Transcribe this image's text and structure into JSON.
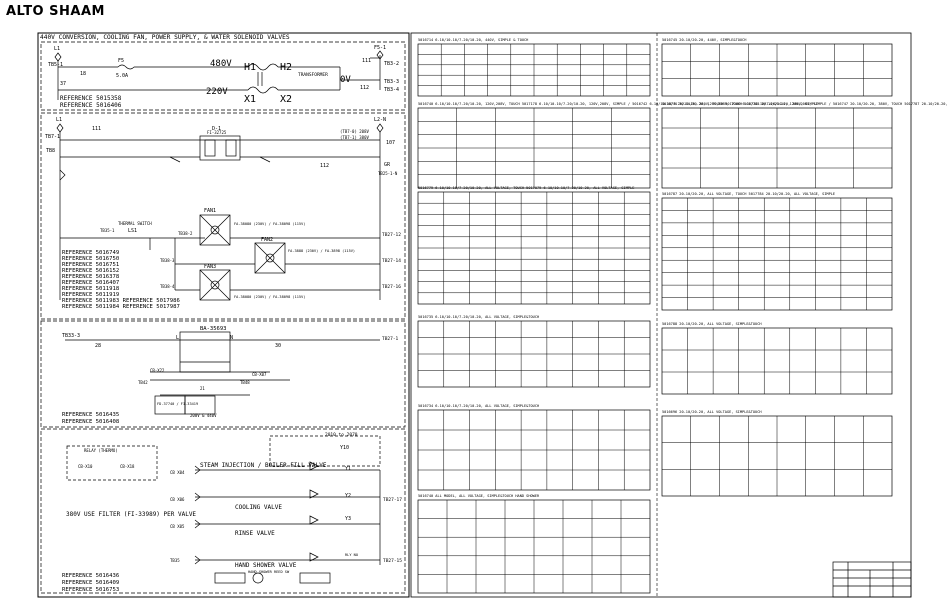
{
  "logo": "ALTO SHAAM",
  "left": {
    "sections": [
      {
        "title": "440V CONVERSION, COOLING FAN, POWER SUPPLY, & WATER SOLENOID VALVES",
        "labels": {
          "l1": "L1",
          "tb5_1": "TB5-1",
          "w18": "18",
          "f5": "F5",
          "f5_rating": "5.0A",
          "v480": "480V",
          "v220": "220V",
          "h1": "H1",
          "h2": "H2",
          "x1": "X1",
          "x2": "X2",
          "transformer": "TRANSFORMER",
          "v0": "0V",
          "f5_1": "F5-1",
          "tb3_2": "TB3-2",
          "tb3_3": "TB3-3",
          "tb3_4": "TB3-4",
          "w111": "111",
          "w112": "112",
          "w37": "37"
        },
        "refs": [
          "REFERENCE 5015358",
          "REFERENCE 5016406"
        ]
      },
      {
        "labels": {
          "l1": "L1",
          "tb7_1": "TB7-1",
          "w111": "111",
          "w112": "112",
          "dash1": "D-1",
          "fi": "FI-32725",
          "l2n": "L2-N",
          "n107": "107",
          "tb25_1n": "TB25-1-N",
          "gr": "GR",
          "tb8": "TB8",
          "v208": "(TB7-0) 208V",
          "v380": "(TB7-1) 380V",
          "thermal": "THERMAL SWITCH",
          "ls1": "LS1",
          "fan1": "FAN1",
          "fan2": "FAN2",
          "fan3": "FAN3",
          "tb27_12": "TB27-12",
          "tb27_14": "TB27-14",
          "tb27_16": "TB27-16",
          "tb35": "TB35-1",
          "tb38_2": "TB38-2",
          "tb38_3": "TB38-3",
          "tb38_4": "TB38-4",
          "fan1_spec": "FA-38080 (230V) / FA-38098 (115V)",
          "fan2_spec": "FA-3888 (230V) / FA-3898 (115V)",
          "fan3_spec": "FA-38080 (230V) / FA-38098 (115V)"
        },
        "refs": [
          "REFERENCE 5016749",
          "REFERENCE 5016750",
          "REFERENCE 5016751",
          "REFERENCE 5016152",
          "REFERENCE 5016378",
          "REFERENCE 5016407",
          "REFERENCE 5011918",
          "REFERENCE 5011919",
          "REFERENCE 5011983 REFERENCE 5017986",
          "REFERENCE 5011984 REFERENCE 5017987"
        ]
      },
      {
        "labels": {
          "tb33_3": "TB33-3",
          "w28": "28",
          "ba": "BA-35693",
          "l": "L",
          "n": "N",
          "w30": "30",
          "tb27_1": "TB27-1",
          "cb_x22": "CB-X22",
          "cb_x07": "CB-X07",
          "tb42": "TB42",
          "tb48": "TB48",
          "v208": "208V & 440V",
          "spec": "FD-37740 / FI-33419",
          "w21": "21"
        },
        "refs": [
          "REFERENCE 5016435",
          "REFERENCE 5016408"
        ]
      },
      {
        "labels": {
          "range": "2010 to 2070",
          "yv": "Y10",
          "y1": "Y1",
          "y2": "Y2",
          "y3": "Y3",
          "cb_x04": "CB X04",
          "cb_x06": "CB X06",
          "cb_x05": "CB X05",
          "tb27_17": "TB27-17",
          "tb27_15": "TB27-15",
          "tb35": "TB35",
          "steam": "STEAM INJECTION / BOILER FILL VALVE",
          "cooling": "COOLING VALVE",
          "rinse": "RINSE VALVE",
          "shower": "HAND SHOWER VALVE",
          "filter": "380V USE FILTER (FI-33989) PER VALVE",
          "relay": "RELAY (THERMO)",
          "cb_x10": "CB-X10",
          "cb_x18": "CB-X18",
          "hand_shower_reed": "HAND SHOWER REED SW",
          "relay_no": "RLY NO"
        },
        "refs": [
          "REFERENCE 5016436",
          "REFERENCE 5016409",
          "REFERENCE 5016753"
        ]
      }
    ]
  },
  "tables": [
    {
      "title": "5016714 6-10/10-10/7-20/10-20, 440V, SIMPLE & TOUCH",
      "rows": 5,
      "cols": 10
    },
    {
      "title": "5016740 6-10/10-10/7-20/10-20, 120V,208V, TOUCH 5017178 6-10/10-10/7-20/10-20, 120V,208V, SIMPLE / 5016742 6-10/10-10/7-20/10-20, 380V, TOUCH 5017160 6-10/10-10/7-20/10-20, 380V, SIMPLE",
      "rows": 6,
      "cols": 6
    },
    {
      "title": "5016779 6-10/10-10/7-20/10-20, ALL VOLTAGE, TOUCH 5017079 6-10/10-10/7-20/10-20, ALL VOLTAGE, SIMPLE",
      "rows": 10,
      "cols": 9
    },
    {
      "title": "5016735 6-10/10-10/7-20/10-20, ALL VOLTAGE, SIMPLE&TOUCH",
      "rows": 4,
      "cols": 9
    },
    {
      "title": "5016734 6-10/10-10/7-20/10-20, ALL VOLTAGE, SIMPLE&TOUCH",
      "rows": 4,
      "cols": 9
    },
    {
      "title": "5016740 ALL MODEL, ALL VOLTAGE, SIMPLE&TOUCH HAND SHOWER",
      "rows": 5,
      "cols": 8
    },
    {
      "title": "5016745 20-10/20-20, 440V, SIMPLE&TOUCH",
      "rows": 3,
      "cols": 8
    },
    {
      "title": "5016746 20-10/20-20, 120V,208V, TOUCH 5017783 20-10/20-20, 120V,208V, SIMPLE / 5016747 20-10/20-20, 380V, TOUCH 5017787 20-10/20-20, 380V, SIMPLE",
      "rows": 4,
      "cols": 6
    },
    {
      "title": "5016787 20-10/20-20, ALL VOLTAGE, TOUCH 5017784 20-10/20-20, ALL VOLTAGE, SIMPLE",
      "rows": 9,
      "cols": 9
    },
    {
      "title": "5016788 20-10/20-20, ALL VOLTAGE, SIMPLE&TOUCH",
      "rows": 3,
      "cols": 9
    },
    {
      "title": "5016696 20-10/20-20, ALL VOLTAGE, SIMPLE&TOUCH",
      "rows": 3,
      "cols": 8
    }
  ]
}
